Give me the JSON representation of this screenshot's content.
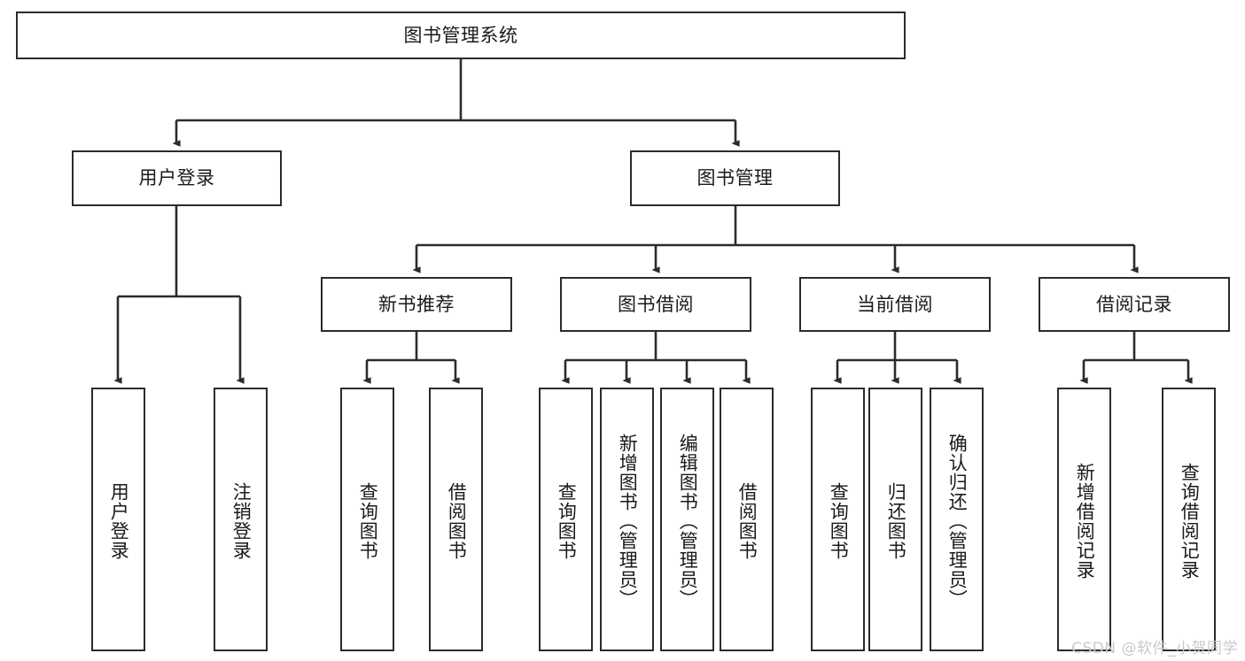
{
  "diagram": {
    "type": "tree-hierarchy",
    "title": "图书管理系统",
    "colors": {
      "stroke": "#2b2b2b",
      "fill": "#ffffff",
      "text": "#1a1a1a",
      "watermark": "#c9c9c9"
    },
    "root": {
      "label": "图书管理系统"
    },
    "level2": [
      {
        "label": "用户登录"
      },
      {
        "label": "图书管理"
      }
    ],
    "level3": [
      {
        "label": "新书推荐"
      },
      {
        "label": "图书借阅"
      },
      {
        "label": "当前借阅"
      },
      {
        "label": "借阅记录"
      }
    ],
    "leaves": {
      "user_login": [
        {
          "label": "用户登录"
        },
        {
          "label": "注销登录"
        }
      ],
      "new_book_recommend": [
        {
          "label": "查询图书"
        },
        {
          "label": "借阅图书"
        }
      ],
      "book_borrow": [
        {
          "label": "查询图书"
        },
        {
          "label": "新增图书（管理员）"
        },
        {
          "label": "编辑图书（管理员）"
        },
        {
          "label": "借阅图书"
        }
      ],
      "current_borrow": [
        {
          "label": "查询图书"
        },
        {
          "label": "归还图书"
        },
        {
          "label": "确认归还（管理员）"
        }
      ],
      "borrow_record": [
        {
          "label": "新增借阅记录"
        },
        {
          "label": "查询借阅记录"
        }
      ]
    }
  },
  "watermark": {
    "text": "CSDN @软件_小贺同学"
  }
}
